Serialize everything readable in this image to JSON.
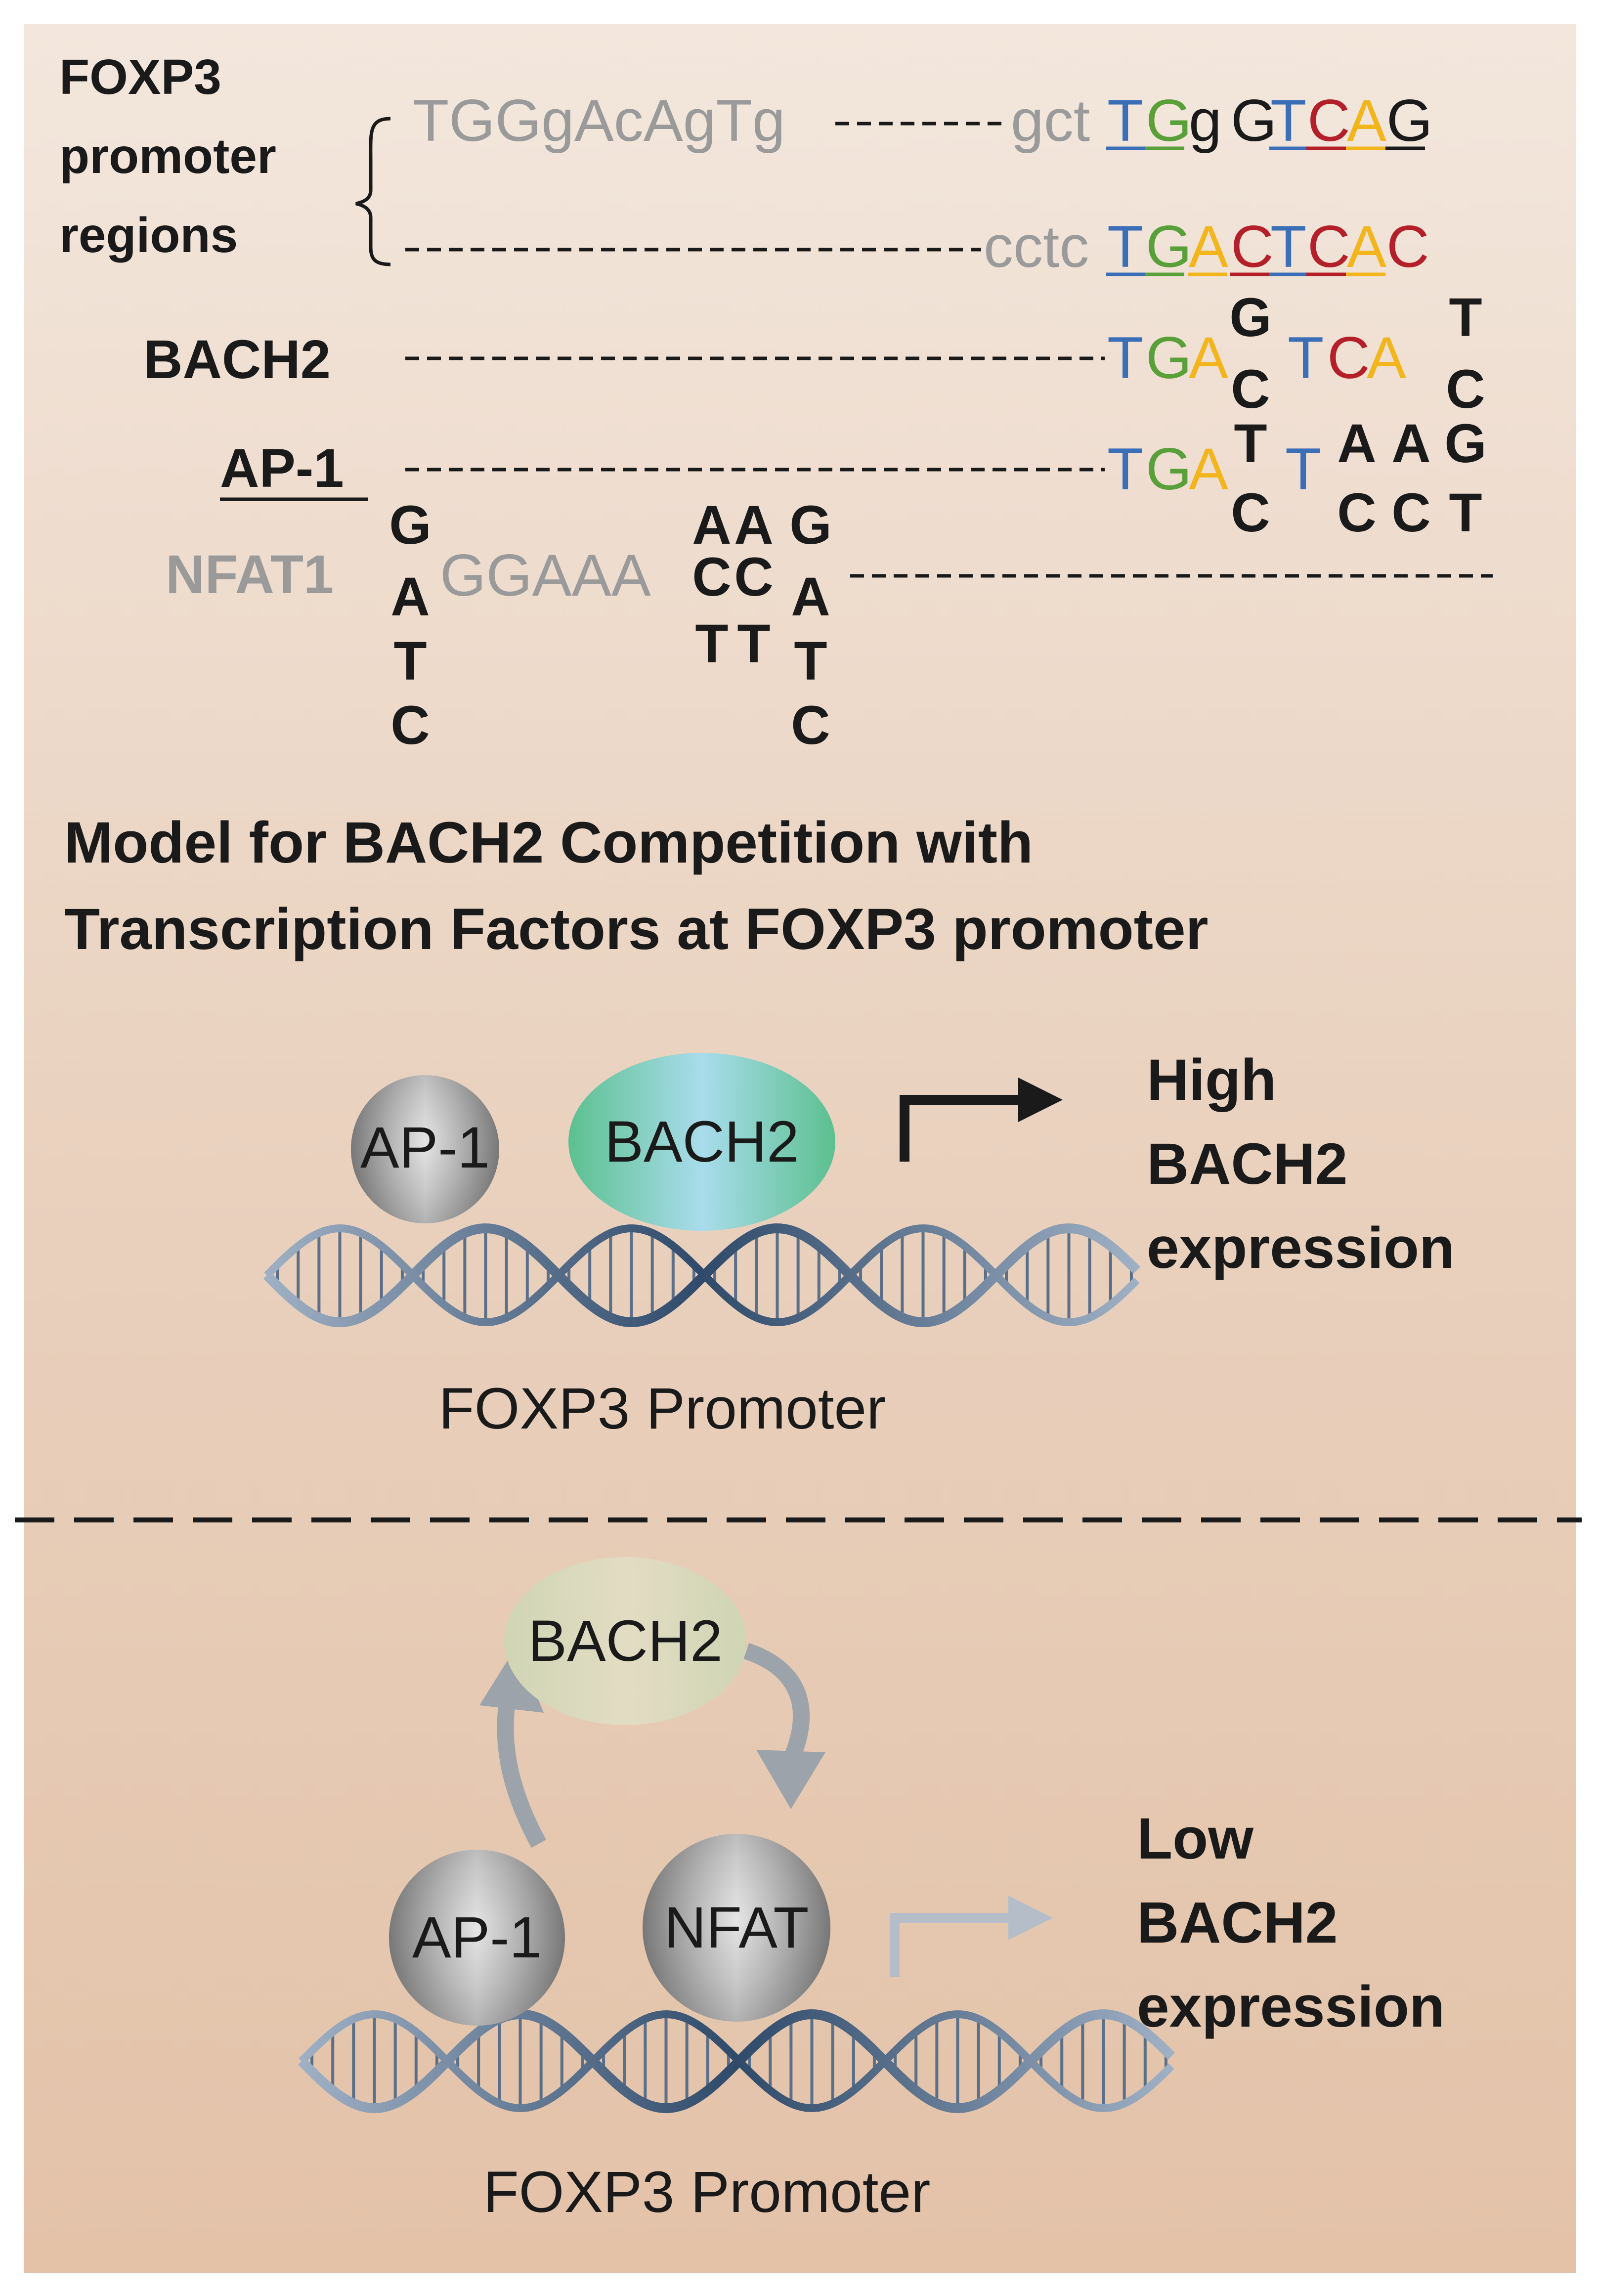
{
  "colors": {
    "T": "#3a6fb8",
    "G": "#5aa03a",
    "A": "#f2b51c",
    "C": "#b3202a",
    "grey": "#9a9a9a",
    "black": "#1a1a1a"
  },
  "sequences": {
    "foxp3_label_1": "FOXP3",
    "foxp3_label_2": "promoter",
    "foxp3_label_3": "regions",
    "row1_prefix": "TGGgAcAgTg",
    "row1_mid": "gct",
    "row1_bases": [
      "T",
      "G",
      "g",
      "G",
      "T",
      "C",
      "A",
      "G"
    ],
    "row2_mid": "cctc",
    "row2_bases": [
      "T",
      "G",
      "A",
      "C",
      "T",
      "C",
      "A",
      "C"
    ],
    "bach2_label": "BACH2",
    "bach2_bases": [
      "T",
      "G",
      "A"
    ],
    "bach2_stack1": [
      "G",
      "C"
    ],
    "bach2_bases2": [
      "T",
      "C",
      "A"
    ],
    "bach2_stack2": [
      "T",
      "C"
    ],
    "ap1_label": "AP-1",
    "ap1_bases": [
      "T",
      "G",
      "A"
    ],
    "ap1_stack1": [
      "T",
      "C"
    ],
    "ap1_base_T": "T",
    "ap1_stack2": [
      "A",
      "C"
    ],
    "ap1_stack3": [
      "A",
      "C"
    ],
    "ap1_stack4": [
      "G",
      "T"
    ],
    "nfat_label": "NFAT1",
    "nfat_stack1": [
      "G",
      "A",
      "T",
      "C"
    ],
    "nfat_core": "GGAAA",
    "nfat_stack2": [
      "A",
      "C",
      "T"
    ],
    "nfat_stack3": [
      "A",
      "C",
      "T"
    ],
    "nfat_stack4": [
      "G",
      "A",
      "T",
      "C"
    ]
  },
  "model": {
    "title_line1": "Model for BACH2 Competition with",
    "title_line2": "Transcription Factors at FOXP3 promoter"
  },
  "top_panel": {
    "ap1": "AP-1",
    "bach2": "BACH2",
    "result_1": "High",
    "result_2": "BACH2",
    "result_3": "expression",
    "promoter": "FOXP3 Promoter"
  },
  "bottom_panel": {
    "bach2": "BACH2",
    "ap1": "AP-1",
    "nfat": "NFAT",
    "result_1": "Low",
    "result_2": "BACH2",
    "result_3": "expression",
    "promoter": "FOXP3 Promoter"
  }
}
